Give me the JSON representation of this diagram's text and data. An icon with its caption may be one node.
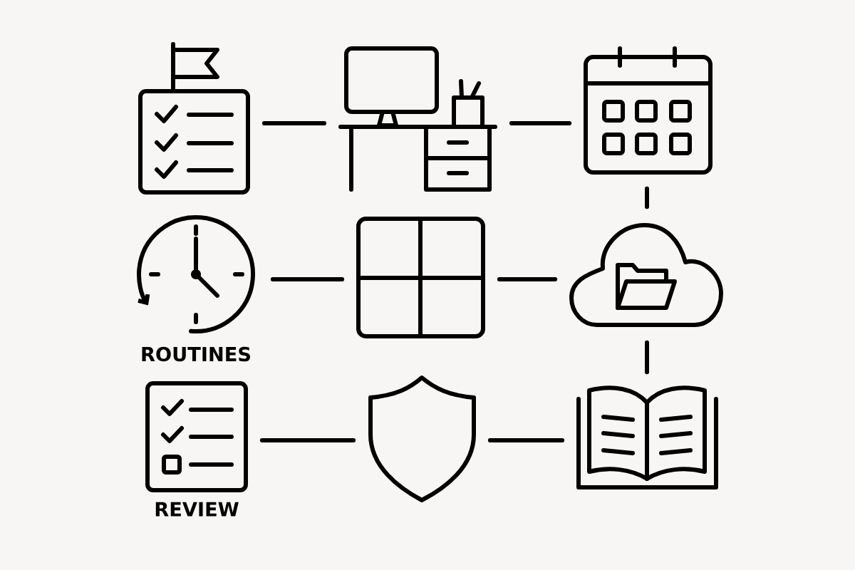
{
  "diagram": {
    "nodes": [
      {
        "text": [],
        "shape": "picture"
      },
      {
        "text": [],
        "shape": "picture"
      },
      {
        "text": [],
        "shape": "picture"
      },
      {
        "text": [
          "ROUTINES"
        ]
      },
      {
        "text": [],
        "shape": "picture"
      },
      {
        "text": [],
        "shape": "picture"
      },
      {
        "text": [
          "REVIEW"
        ]
      },
      {
        "text": [],
        "shape": "picture"
      },
      {
        "text": [],
        "shape": "picture"
      }
    ],
    "edges": [
      {
        "from": 0,
        "to": 1,
        "arrow": "none"
      },
      {
        "from": 1,
        "to": 2,
        "arrow": "none"
      },
      {
        "from": 3,
        "to": 4,
        "arrow": "none"
      },
      {
        "from": 4,
        "to": 5,
        "arrow": "none"
      },
      {
        "from": 6,
        "to": 7,
        "arrow": "none"
      },
      {
        "from": 7,
        "to": 8,
        "arrow": "none"
      },
      {
        "from": 2,
        "to": 5,
        "arrow": "none"
      },
      {
        "from": 5,
        "to": 8,
        "arrow": "none"
      }
    ]
  }
}
